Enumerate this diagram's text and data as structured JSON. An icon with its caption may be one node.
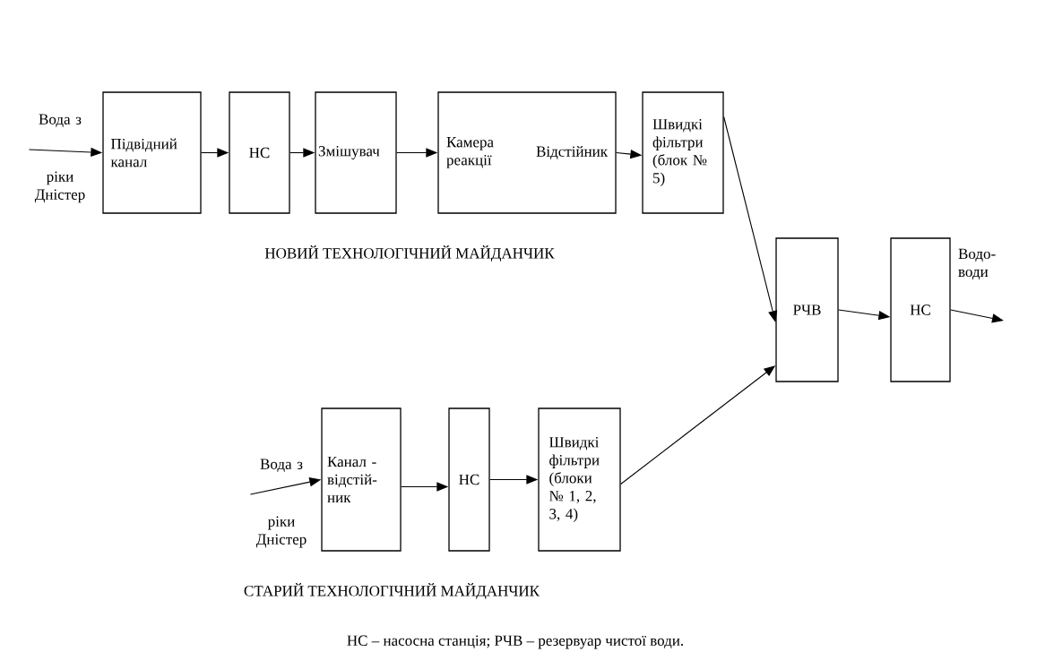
{
  "diagram": {
    "caption": "НС – насосна станція; РЧВ – резервуар чистої води.",
    "nodes": [
      {
        "text": [
          "Вода з",
          "ріки Дністер"
        ]
      },
      {
        "text": [
          "Підвідний канал"
        ]
      },
      {
        "text": [
          "НС"
        ]
      },
      {
        "text": [
          "Змішувач"
        ]
      },
      {
        "text": [
          "Камера реакції",
          "Відстійник"
        ]
      },
      {
        "text": [
          "Швидкі фільтри (блок № 5)"
        ]
      },
      {
        "text": [
          "РЧВ"
        ]
      },
      {
        "text": [
          "НС"
        ]
      },
      {
        "text": [
          "Вода з",
          "ріки Дністер"
        ]
      },
      {
        "text": [
          "Канал - відстій- ник"
        ]
      },
      {
        "text": [
          "НС"
        ]
      },
      {
        "text": [
          "Швидкі фільтри (блоки № 1, 2, 3, 4)"
        ]
      }
    ],
    "edges": [
      {
        "from": 0,
        "to": 1,
        "arrow": "to"
      },
      {
        "from": 1,
        "to": 2,
        "arrow": "to"
      },
      {
        "from": 2,
        "to": 3,
        "arrow": "to"
      },
      {
        "from": 3,
        "to": 4,
        "arrow": "to"
      },
      {
        "from": 4,
        "to": 5,
        "arrow": "to"
      },
      {
        "from": 5,
        "to": 6,
        "arrow": "to"
      },
      {
        "from": 6,
        "to": 7,
        "arrow": "to"
      },
      {
        "from": 7,
        "to": null,
        "arrow": "to",
        "label": "Водо- води"
      },
      {
        "from": 8,
        "to": 9,
        "arrow": "to"
      },
      {
        "from": 9,
        "to": 10,
        "arrow": "to"
      },
      {
        "from": 10,
        "to": 11,
        "arrow": "to"
      },
      {
        "from": 11,
        "to": 6,
        "arrow": "to"
      }
    ],
    "labels": [
      "НОВИЙ ТЕХНОЛОГІЧНИЙ МАЙДАНЧИК",
      "СТАРИЙ ТЕХНОЛОГІЧНИЙ МАЙДАНЧИК"
    ]
  }
}
